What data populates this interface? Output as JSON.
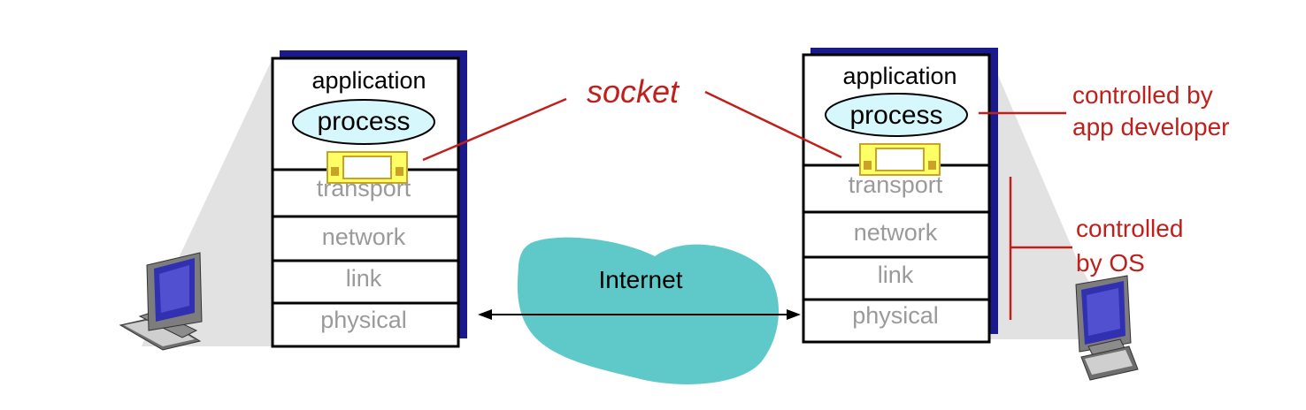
{
  "left_host": {
    "layers": {
      "application": "application",
      "process": "process",
      "transport": "transport",
      "network": "network",
      "link": "link",
      "physical": "physical"
    }
  },
  "right_host": {
    "layers": {
      "application": "application",
      "process": "process",
      "transport": "transport",
      "network": "network",
      "link": "link",
      "physical": "physical"
    }
  },
  "socket_label": "socket",
  "internet_label": "Internet",
  "annotations": {
    "app_developer": [
      "controlled by",
      "app developer"
    ],
    "os": [
      "controlled",
      "by OS"
    ]
  },
  "colors": {
    "stack_shadow": "#1a1a8c",
    "process_fill": "#d6f7fb",
    "socket_fill": "#ffff66",
    "socket_border": "#c9a227",
    "cloud_fill": "#5fc9c9",
    "annotation_red": "#c0201c",
    "layer_text_grey": "#9a9a9a"
  }
}
